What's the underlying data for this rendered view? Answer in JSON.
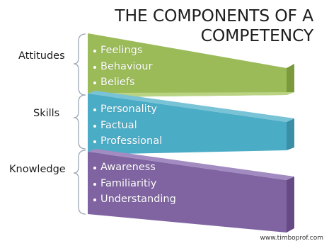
{
  "title": {
    "line1": "THE COMPONENTS OF A",
    "line2": "COMPETENCY"
  },
  "colors": {
    "attitudes_front": "#9bbb59",
    "attitudes_side": "#7a9a3c",
    "skills_front": "#4bacc6",
    "skills_side": "#3a8fa6",
    "knowledge_front": "#8064a2",
    "knowledge_side": "#654a85"
  },
  "components": [
    {
      "label": "Attitudes",
      "items": [
        "Feelings",
        "Behaviour",
        "Beliefs"
      ]
    },
    {
      "label": "Skills",
      "items": [
        "Personality",
        "Factual",
        "Professional"
      ]
    },
    {
      "label": "Knowledge",
      "items": [
        "Awareness",
        "Familiaritiy",
        "Understanding"
      ]
    }
  ],
  "credit": "www.timboprof.com"
}
